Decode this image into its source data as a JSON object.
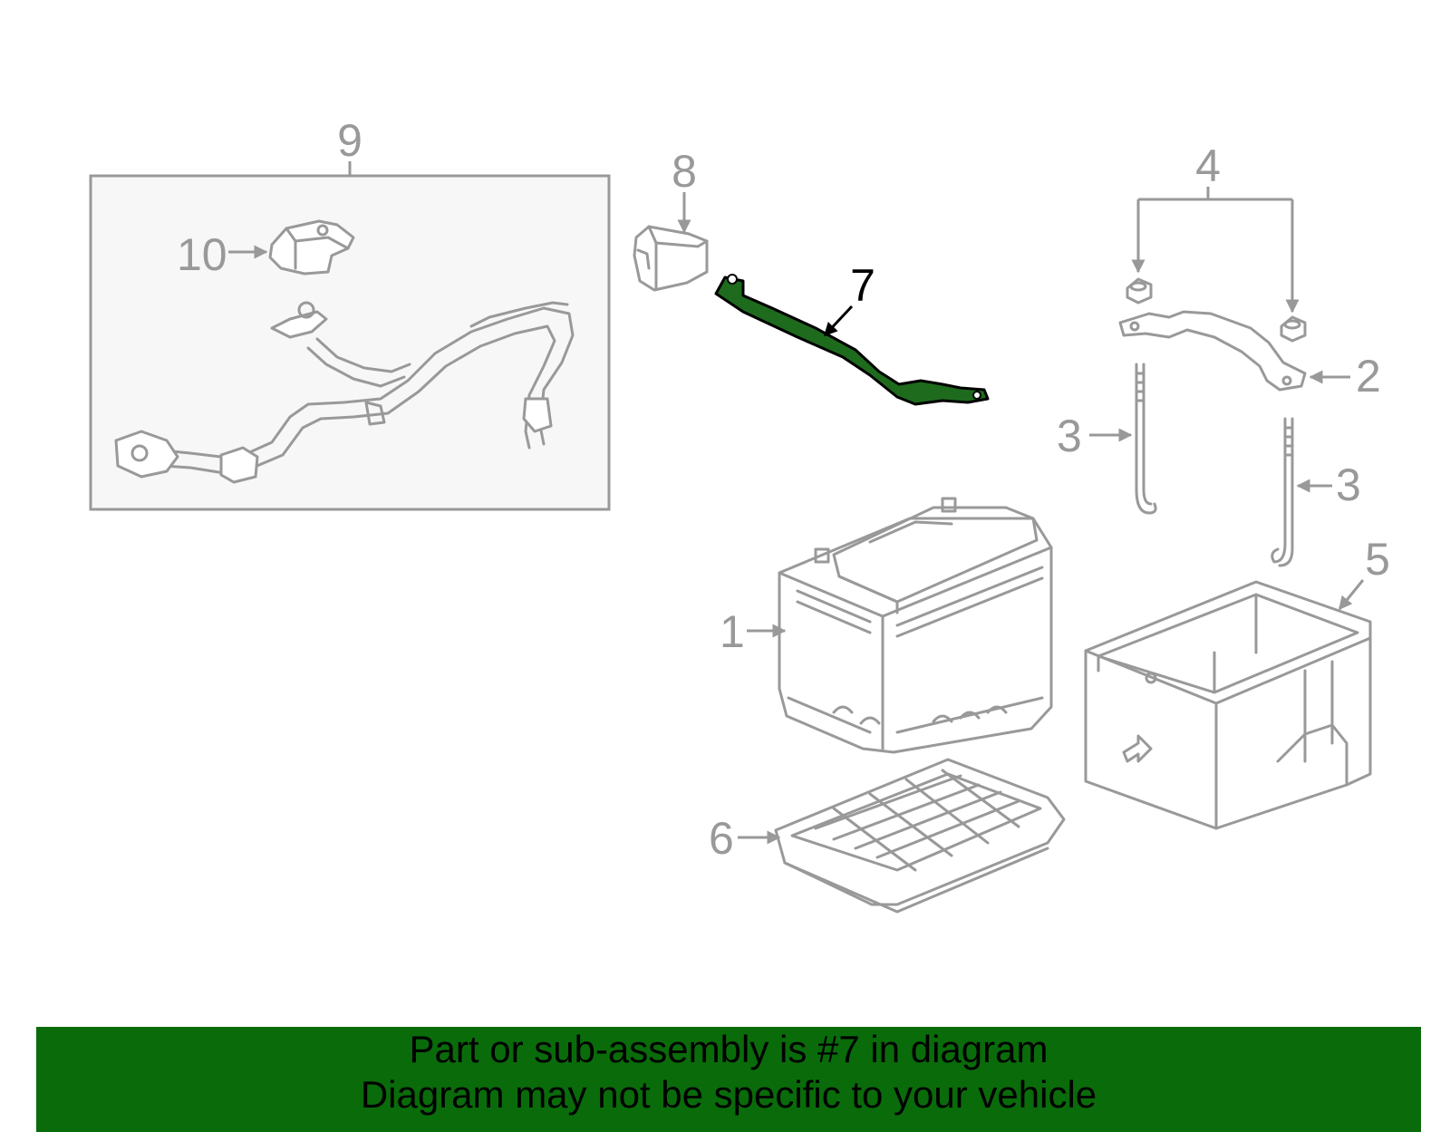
{
  "diagram": {
    "highlighted_part": "7",
    "colors": {
      "highlight": "#1e6b1e",
      "banner": "#0a6b0a",
      "linework": "#999999",
      "subassembly_box": "#f7f7f7"
    },
    "callouts": {
      "c1": "1",
      "c2": "2",
      "c3a": "3",
      "c3b": "3",
      "c4": "4",
      "c5": "5",
      "c6": "6",
      "c7": "7",
      "c8": "8",
      "c9": "9",
      "c10": "10"
    }
  },
  "banner": {
    "line1": "Part or sub-assembly is #7 in diagram",
    "line2": "Diagram may not be specific to your vehicle"
  }
}
